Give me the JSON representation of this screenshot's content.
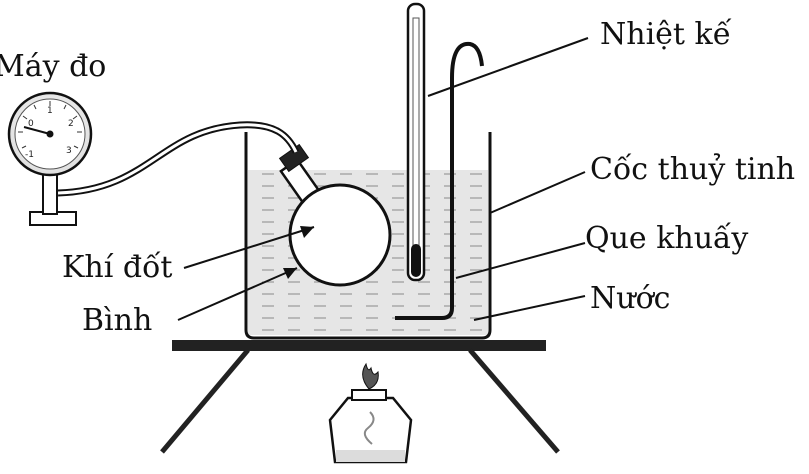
{
  "diagram": {
    "labels": {
      "gauge": "Máy đo",
      "thermometer": "Nhiệt kế",
      "beaker": "Cốc thuỷ tinh",
      "stirrer": "Que khuấy",
      "gas": "Khí đốt",
      "flask": "Bình",
      "water": "Nước"
    },
    "gauge_scale": [
      "-1",
      "0",
      "1",
      "2",
      "3"
    ]
  }
}
